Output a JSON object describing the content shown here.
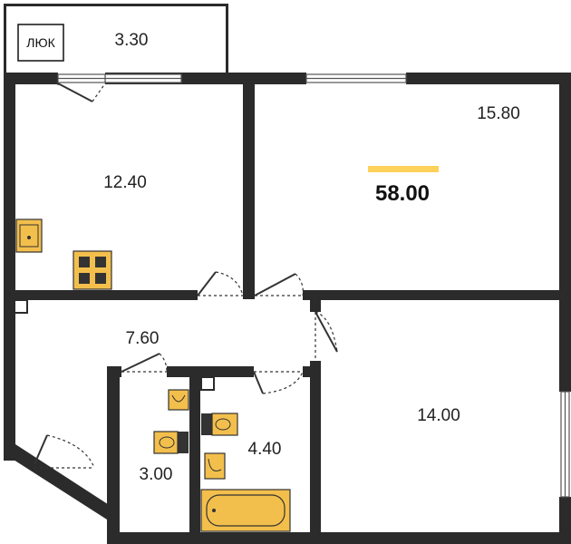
{
  "total_area": "58.00",
  "hatch_label": "ЛЮК",
  "rooms": {
    "balcony": "3.30",
    "kitchen": "12.40",
    "living_room": "15.80",
    "hallway": "7.60",
    "bedroom": "14.00",
    "toilet": "3.00",
    "bathroom": "4.40"
  },
  "colors": {
    "wall": "#2b2b2b",
    "fixture": "#f3bf4c",
    "accent": "#fdd15a"
  }
}
